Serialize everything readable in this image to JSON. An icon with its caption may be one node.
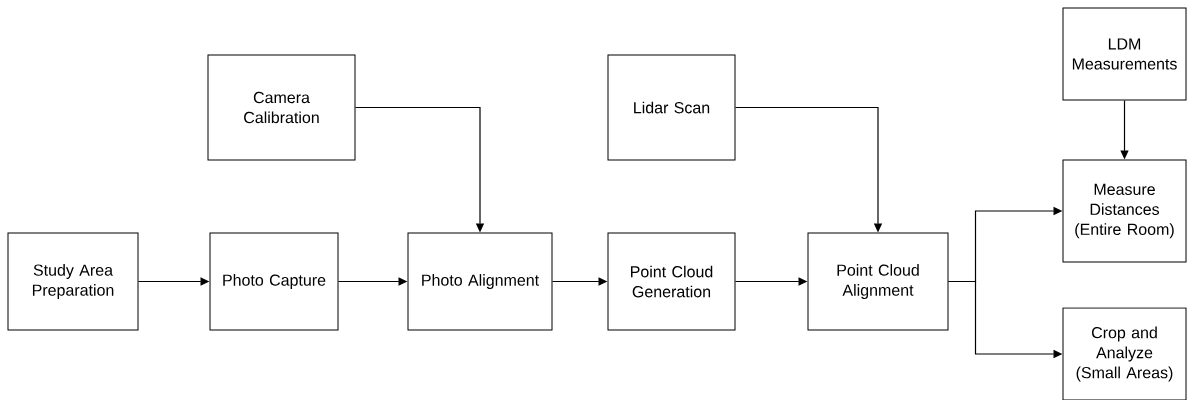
{
  "diagram": {
    "nodes": [
      {
        "text": [
          "Study Area Preparation"
        ]
      },
      {
        "text": [
          "Photo Capture"
        ]
      },
      {
        "text": [
          "Photo Alignment"
        ]
      },
      {
        "text": [
          "Point Cloud Generation"
        ]
      },
      {
        "text": [
          "Point Cloud Alignment"
        ]
      },
      {
        "text": [
          "Camera Calibration"
        ]
      },
      {
        "text": [
          "Lidar Scan"
        ]
      },
      {
        "text": [
          "LDM Measurements"
        ]
      },
      {
        "text": [
          "Measure Distances (Entire Room)"
        ]
      },
      {
        "text": [
          "Crop and Analyze (Small Areas)"
        ]
      }
    ],
    "edges": [
      {
        "from": 0,
        "to": 1,
        "arrow": "to"
      },
      {
        "from": 1,
        "to": 2,
        "arrow": "to"
      },
      {
        "from": 2,
        "to": 3,
        "arrow": "to"
      },
      {
        "from": 3,
        "to": 4,
        "arrow": "to"
      },
      {
        "from": 5,
        "to": 2,
        "arrow": "to"
      },
      {
        "from": 6,
        "to": 4,
        "arrow": "to"
      },
      {
        "from": 7,
        "to": 8,
        "arrow": "to"
      },
      {
        "from": 4,
        "to": 8,
        "arrow": "to"
      },
      {
        "from": 4,
        "to": 9,
        "arrow": "to"
      }
    ]
  }
}
